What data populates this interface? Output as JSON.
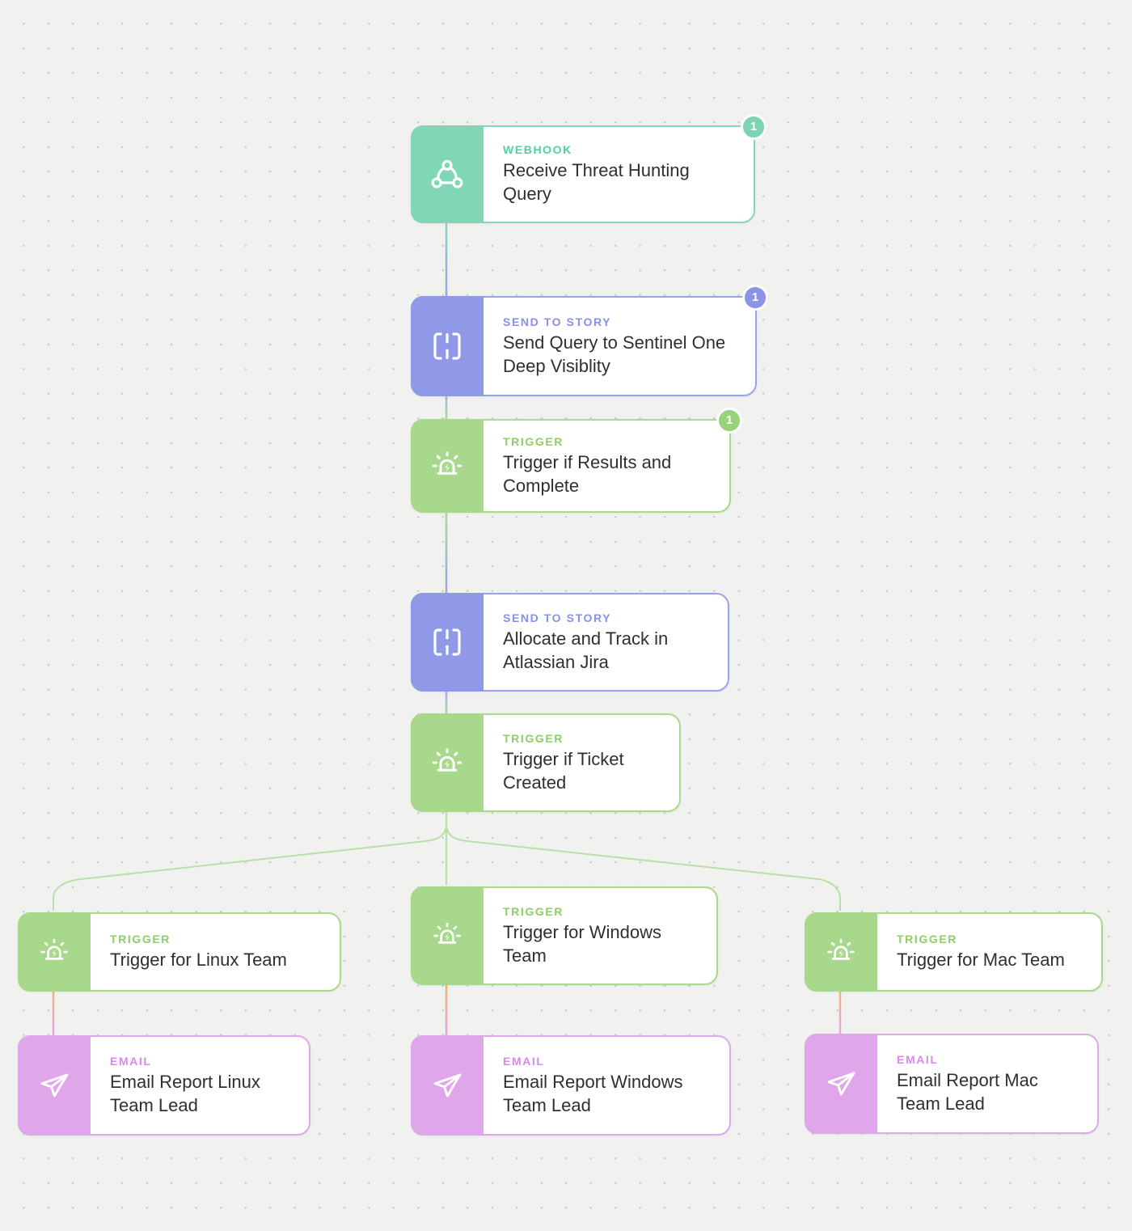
{
  "app": "workflow-canvas",
  "colors": {
    "canvas_bg": "#f1f2f0",
    "webhook": "#7fd7b6",
    "send_to_story": "#9099e8",
    "trigger": "#a8d88b",
    "email": "#dfa6ea",
    "title_text": "#2e302f",
    "wire_green": "#b9dfa6",
    "wire_orange": "#f1b469",
    "wire_pink": "#e0a7ea"
  },
  "nodes": [
    {
      "type_label": "WEBHOOK",
      "title": "Receive Threat Hunting Query",
      "badge": "1",
      "kind": "webhook"
    },
    {
      "type_label": "SEND TO STORY",
      "title": "Send Query to Sentinel One Deep Visiblity",
      "badge": "1",
      "kind": "send-to-story"
    },
    {
      "type_label": "TRIGGER",
      "title": "Trigger if Results and Complete",
      "badge": "1",
      "kind": "trigger"
    },
    {
      "type_label": "SEND TO STORY",
      "title": "Allocate and Track in Atlassian Jira",
      "kind": "send-to-story"
    },
    {
      "type_label": "TRIGGER",
      "title": "Trigger if Ticket Created",
      "kind": "trigger"
    },
    {
      "type_label": "TRIGGER",
      "title": "Trigger for Linux Team",
      "kind": "trigger"
    },
    {
      "type_label": "TRIGGER",
      "title": "Trigger for Windows Team",
      "kind": "trigger"
    },
    {
      "type_label": "TRIGGER",
      "title": "Trigger for Mac Team",
      "kind": "trigger"
    },
    {
      "type_label": "EMAIL",
      "title": "Email Report Linux Team Lead",
      "kind": "email"
    },
    {
      "type_label": "EMAIL",
      "title": "Email Report Windows Team Lead",
      "kind": "email"
    },
    {
      "type_label": "EMAIL",
      "title": "Email Report Mac Team Lead",
      "kind": "email"
    }
  ]
}
